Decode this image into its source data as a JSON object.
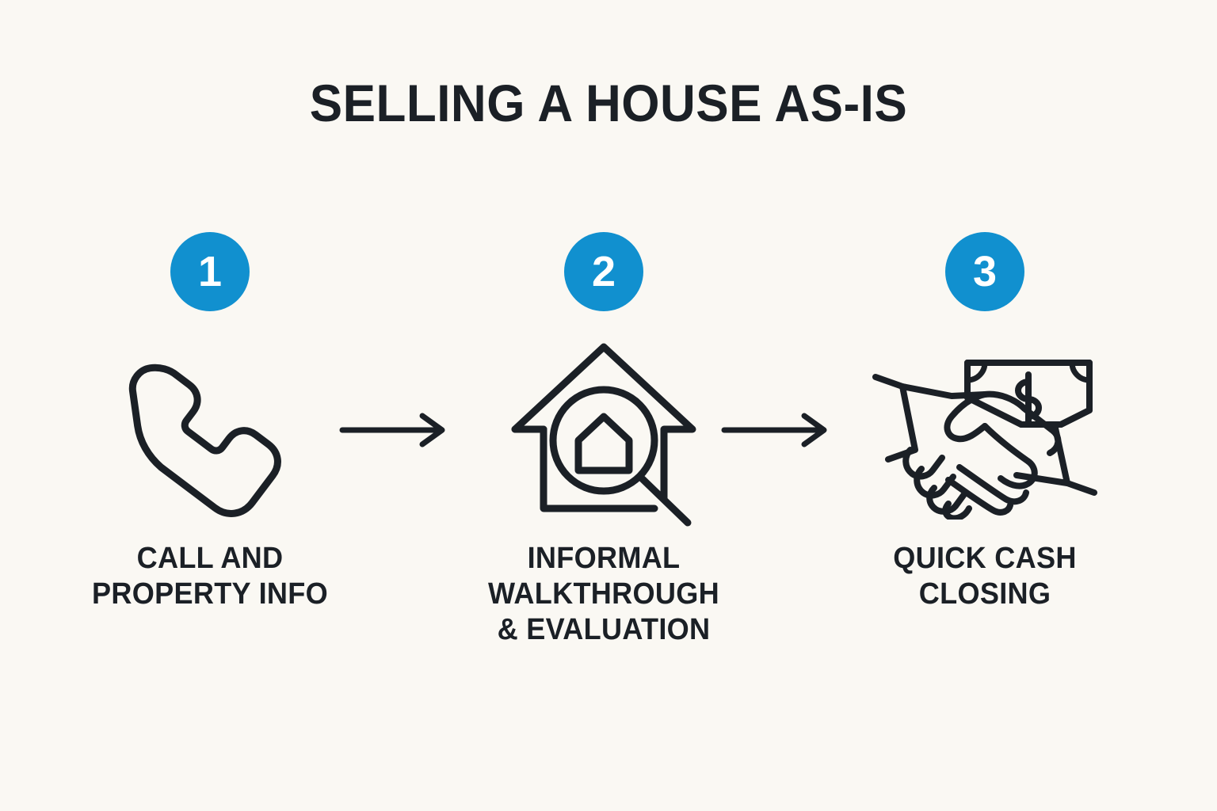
{
  "theme": {
    "background_color": "#faf8f3",
    "accent_color": "#1190cf",
    "text_color": "#1b2026",
    "badge_text_color": "#ffffff"
  },
  "header": {
    "title": "SELLING A HOUSE AS-IS"
  },
  "steps": [
    {
      "number": "1",
      "icon": "phone-handset-icon",
      "caption_lines": [
        "CALL AND",
        "PROPERTY INFO"
      ]
    },
    {
      "number": "2",
      "icon": "house-magnifier-icon",
      "caption_lines": [
        "INFORMAL",
        "WALKTHROUGH",
        "& EVALUATION"
      ]
    },
    {
      "number": "3",
      "icon": "handshake-cash-icon",
      "caption_lines": [
        "QUICK CASH",
        "CLOSING"
      ]
    }
  ],
  "connectors": [
    {
      "icon": "arrow-right-icon"
    },
    {
      "icon": "arrow-right-icon"
    }
  ]
}
